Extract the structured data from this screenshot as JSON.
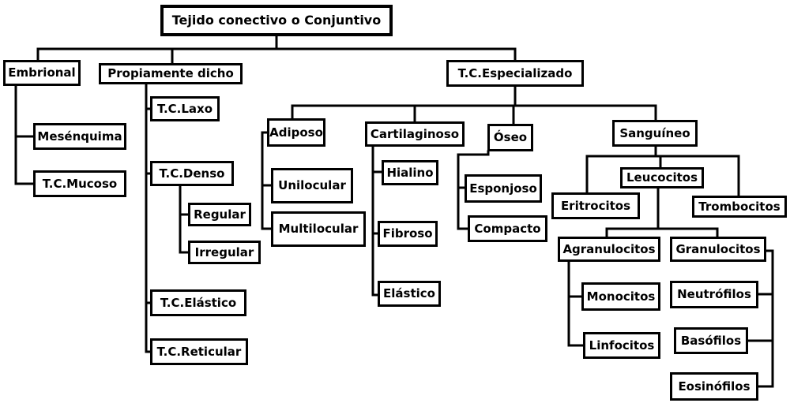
{
  "diagram": {
    "root": "Tejido conectivo o Conjuntivo",
    "embrional": {
      "label": "Embrional",
      "children": [
        "Mesénquima",
        "T.C.Mucoso"
      ]
    },
    "propiamente": {
      "label": "Propiamente dicho",
      "laxo": "T.C.Laxo",
      "denso": "T.C.Denso",
      "denso_children": [
        "Regular",
        "Irregular"
      ],
      "elastico": "T.C.Elástico",
      "reticular": "T.C.Reticular"
    },
    "especializado": {
      "label": "T.C.Especializado",
      "adiposo": {
        "label": "Adiposo",
        "children": [
          "Unilocular",
          "Multilocular"
        ]
      },
      "cartilaginoso": {
        "label": "Cartilaginoso",
        "children": [
          "Hialino",
          "Fibroso",
          "Elástico"
        ]
      },
      "oseo": {
        "label": "Óseo",
        "children": [
          "Esponjoso",
          "Compacto"
        ]
      },
      "sanguineo": {
        "label": "Sanguíneo",
        "leucocitos": "Leucocitos",
        "eritrocitos": "Eritrocitos",
        "trombocitos": "Trombocitos",
        "agranulocitos": {
          "label": "Agranulocitos",
          "children": [
            "Monocitos",
            "Linfocitos"
          ]
        },
        "granulocitos": {
          "label": "Granulocitos",
          "children": [
            "Neutrófilos",
            "Basófilos",
            "Eosinófilos"
          ]
        }
      }
    }
  }
}
